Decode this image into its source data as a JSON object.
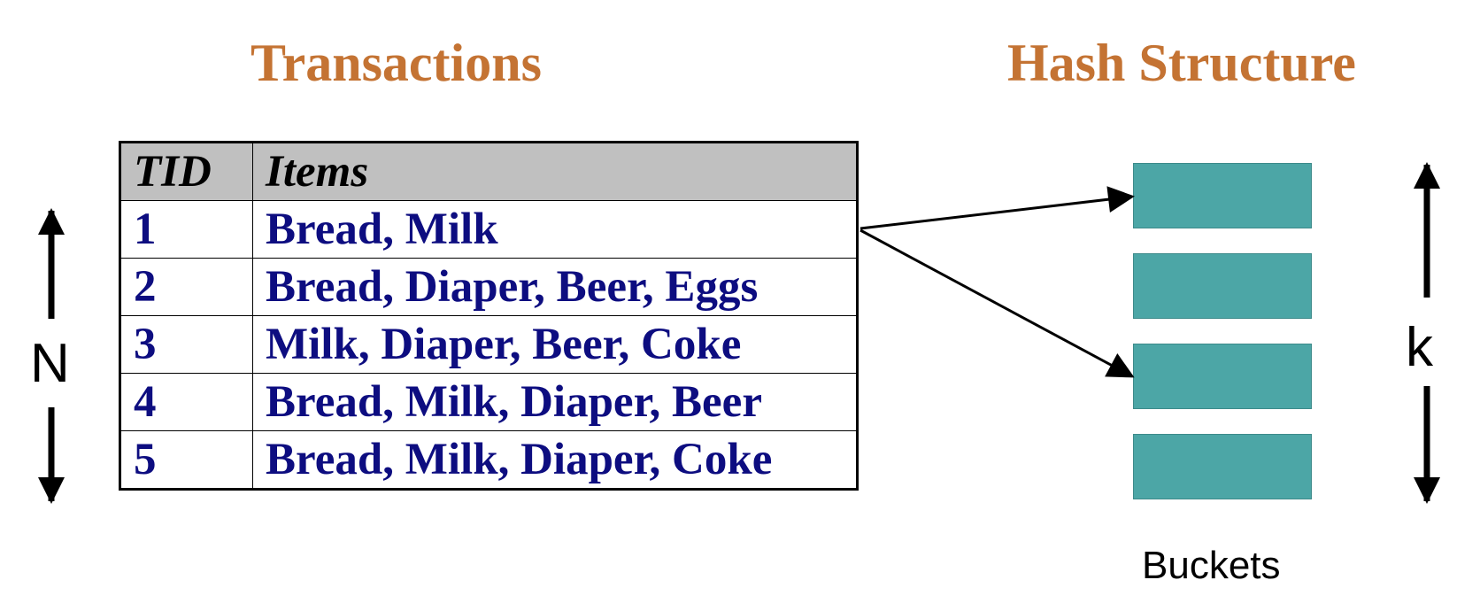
{
  "titles": {
    "transactions": "Transactions",
    "hash_structure": "Hash Structure"
  },
  "table": {
    "headers": [
      "TID",
      "Items"
    ],
    "rows": [
      {
        "tid": "1",
        "items": "Bread, Milk"
      },
      {
        "tid": "2",
        "items": "Bread, Diaper, Beer, Eggs"
      },
      {
        "tid": "3",
        "items": "Milk, Diaper, Beer, Coke"
      },
      {
        "tid": "4",
        "items": "Bread, Milk, Diaper, Beer"
      },
      {
        "tid": "5",
        "items": "Bread, Milk, Diaper, Coke"
      }
    ]
  },
  "labels": {
    "n": "N",
    "k": "k",
    "buckets": "Buckets"
  },
  "colors": {
    "title": "#c47333",
    "item_text": "#0d0d80",
    "header_bg": "#c0c0c0",
    "bucket": "#4ca6a6"
  },
  "icons": [
    "double-arrow-vertical-n",
    "double-arrow-vertical-k",
    "arrow-right"
  ]
}
